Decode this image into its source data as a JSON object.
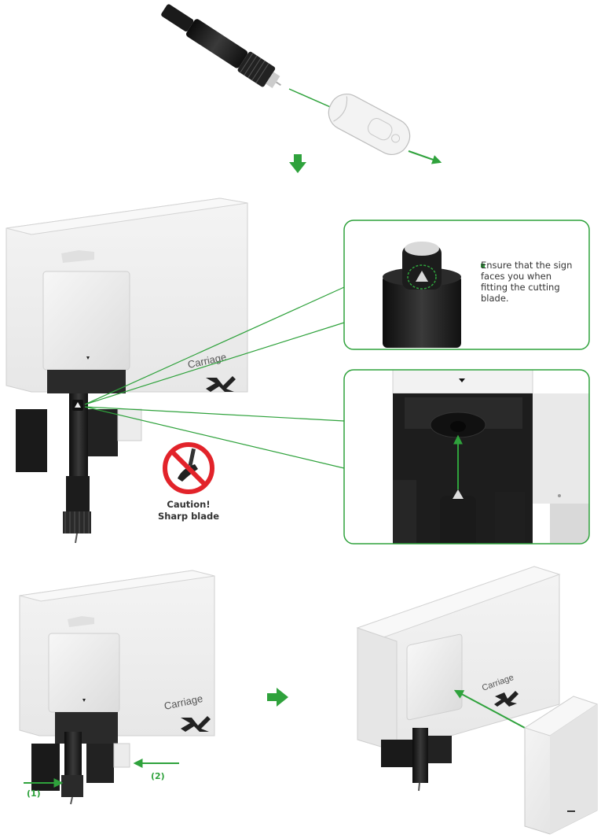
{
  "callout": {
    "note": "Ensure that the sign faces you when fitting the cutting blade."
  },
  "caution": {
    "line1": "Caution!",
    "line2": "Sharp blade"
  },
  "step_labels": {
    "label1": "(1)",
    "label2": "(2)"
  },
  "brand": {
    "word": "Carriage",
    "mark": "X"
  },
  "colors": {
    "accent": "#2fa23c",
    "prohibition": "#e2232a",
    "device_body": "#eeeeee",
    "tool": "#1c1c1c"
  }
}
